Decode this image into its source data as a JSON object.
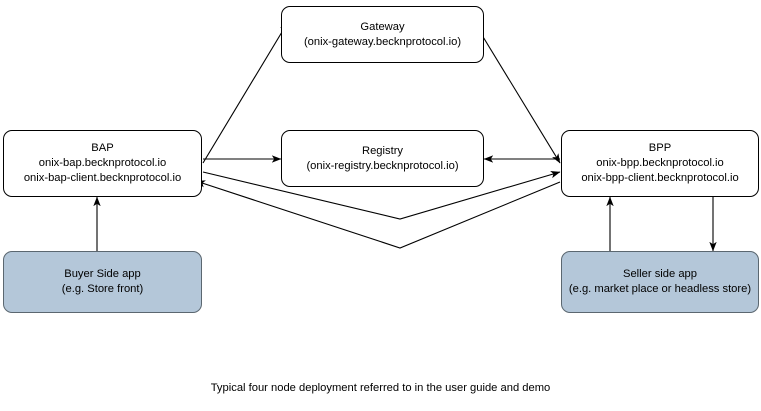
{
  "diagram": {
    "caption": "Typical four node deployment referred to in the user guide and demo",
    "colors": {
      "node_fill": "#ffffff",
      "node_stroke": "#000000",
      "app_fill": "#b4c7d9",
      "app_stroke": "#5b6770",
      "edge_stroke": "#000000",
      "text": "#000000",
      "background": "#ffffff"
    },
    "nodes": [
      {
        "id": "gateway",
        "title": "Gateway",
        "subtitle": "(onix-gateway.becknprotocol.io)",
        "style": "plain"
      },
      {
        "id": "bap",
        "title": "BAP",
        "subtitle": "onix-bap.becknprotocol.io",
        "subtitle2": "onix-bap-client.becknprotocol.io",
        "style": "plain"
      },
      {
        "id": "registry",
        "title": "Registry",
        "subtitle": "(onix-registry.becknprotocol.io)",
        "style": "plain"
      },
      {
        "id": "bpp",
        "title": "BPP",
        "subtitle": "onix-bpp.becknprotocol.io",
        "subtitle2": "onix-bpp-client.becknprotocol.io",
        "style": "plain"
      },
      {
        "id": "buyer",
        "title": "Buyer Side app",
        "subtitle": "(e.g. Store front)",
        "style": "shaded"
      },
      {
        "id": "seller",
        "title": "Seller side app",
        "subtitle": "(e.g. market place or headless store)",
        "style": "shaded"
      }
    ],
    "edges": [
      {
        "id": "bap-to-gateway",
        "from": "bap",
        "to": "gateway",
        "label": "",
        "arrow": "end"
      },
      {
        "id": "gateway-to-bpp",
        "from": "gateway",
        "to": "bpp",
        "label": "",
        "arrow": "end"
      },
      {
        "id": "bap-to-registry",
        "from": "bap",
        "to": "registry",
        "label": "",
        "arrow": "end"
      },
      {
        "id": "bpp-to-registry",
        "from": "bpp",
        "to": "registry",
        "label": "",
        "arrow": "end"
      },
      {
        "id": "bap-to-bpp",
        "from": "bap",
        "to": "bpp",
        "label": "",
        "arrow": "end"
      },
      {
        "id": "bpp-to-bap",
        "from": "bpp",
        "to": "bap",
        "label": "",
        "arrow": "end"
      },
      {
        "id": "buyer-to-bap",
        "from": "buyer",
        "to": "bap",
        "label": "",
        "arrow": "end"
      },
      {
        "id": "seller-to-bpp",
        "from": "seller",
        "to": "bpp",
        "label": "",
        "arrow": "end"
      },
      {
        "id": "bpp-to-seller",
        "from": "bpp",
        "to": "seller",
        "label": "",
        "arrow": "end"
      }
    ]
  }
}
